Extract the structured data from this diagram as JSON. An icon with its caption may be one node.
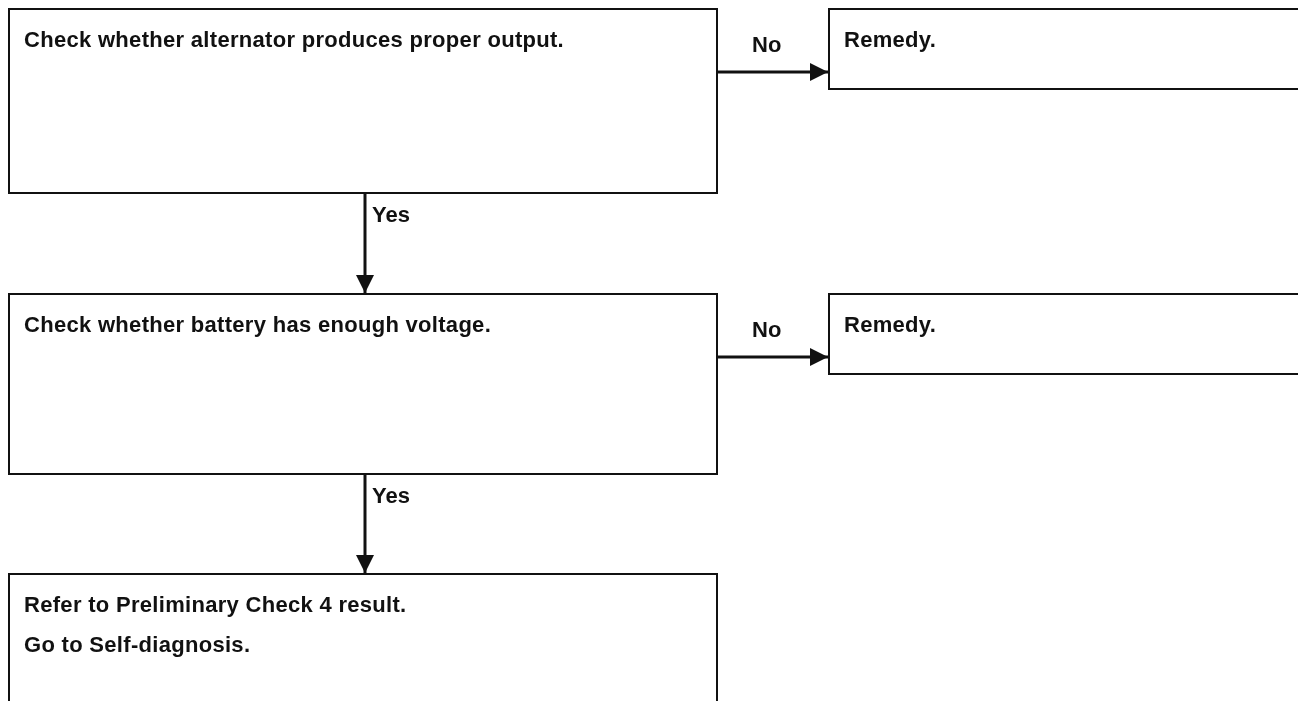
{
  "diagram": {
    "nodes": [
      {
        "text": [
          "Check whether alternator produces proper output."
        ]
      },
      {
        "text": [
          "Remedy."
        ]
      },
      {
        "text": [
          "Check whether battery has enough voltage."
        ]
      },
      {
        "text": [
          "Remedy."
        ]
      },
      {
        "text": [
          "Refer to Preliminary Check 4 result.",
          "Go to Self-diagnosis."
        ]
      }
    ],
    "edges": [
      {
        "from": 0,
        "to": 1,
        "arrow": "to",
        "label": "No"
      },
      {
        "from": 0,
        "to": 2,
        "arrow": "to",
        "label": "Yes"
      },
      {
        "from": 2,
        "to": 3,
        "arrow": "to",
        "label": "No"
      },
      {
        "from": 2,
        "to": 4,
        "arrow": "to",
        "label": "Yes"
      }
    ]
  }
}
